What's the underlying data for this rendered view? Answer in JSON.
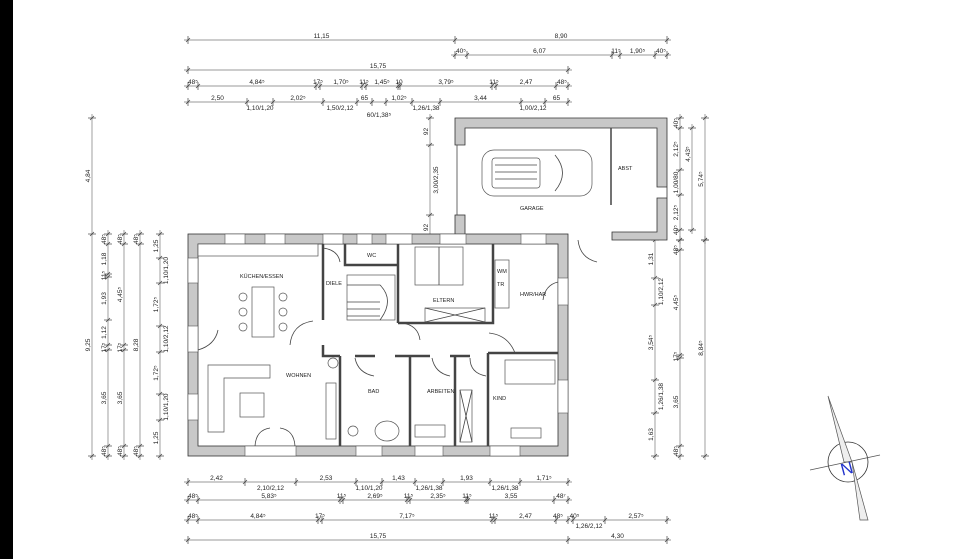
{
  "dimensions": {
    "top": [
      [
        "11,15",
        "8,90"
      ],
      [
        "40⁵",
        "6,07",
        "11⁵",
        "1,90⁵",
        "40⁵"
      ],
      [
        "15,75"
      ],
      [
        "48⁵",
        "4,84⁵",
        "17⁵",
        "1,70⁵",
        "11⁵",
        "1,45⁵",
        "10",
        "3,79⁵",
        "11⁵",
        "2,47",
        "48⁵"
      ],
      [
        "2,50",
        "1,10/1,20",
        "2,02⁵",
        "1,50/2,12",
        "65",
        "60/1,38⁵",
        "1,02⁵",
        "1,26/1,38",
        "3,44",
        "1,00/2,12",
        "65"
      ]
    ],
    "bottom": [
      [
        "2,42",
        "2,10/2,12",
        "2,53",
        "1,10/1,20",
        "1,43",
        "1,26/1,38",
        "1,93",
        "1,26/1,38",
        "1,71⁵"
      ],
      [
        "48⁵",
        "5,83⁵",
        "11⁵",
        "2,69⁵",
        "11⁵",
        "2,35⁵",
        "11⁵",
        "3,55",
        "48⁷"
      ],
      [
        "48⁵",
        "4,84⁵",
        "17⁵",
        "7,17⁵",
        "11⁵",
        "2,47",
        "48⁵",
        "40⁵",
        "1,26/2,12",
        "2,57⁵"
      ],
      [
        "15,75",
        "4,30"
      ]
    ],
    "left": [
      [
        "4,84",
        "9,25"
      ],
      [
        "48⁵",
        "1,18",
        "11⁵",
        "1,93",
        "1,12",
        "17⁵",
        "3,65",
        "48⁵"
      ],
      [
        "48⁵",
        "4,45⁵",
        "17⁵",
        "3,65",
        "48⁵"
      ],
      [
        "48⁵",
        "8,28",
        "48⁵"
      ],
      [
        "1,25",
        "1,10/1,20",
        "1,72⁵",
        "1,10/2,12",
        "1,72⁵",
        "1,10/1,20",
        "1,25"
      ]
    ],
    "right": [
      [
        "1,31",
        "1,10/2,12",
        "3,54⁵",
        "1,26/1,38",
        "1,63"
      ],
      [
        "48⁵",
        "4,45⁵",
        "17⁵",
        "3,65",
        "48⁵"
      ],
      [
        "8,84⁵"
      ],
      [
        "40⁵",
        "2,12⁵",
        "1,00/80",
        "2,12⁵",
        "40⁵"
      ],
      [
        "4,43⁵"
      ],
      [
        "5,74⁵"
      ]
    ],
    "garage_left": [
      "92",
      "3,00/2,35",
      "92"
    ]
  },
  "rooms": {
    "kitchen": "KÜCHEN/ESSEN",
    "hall": "DIELE",
    "wc": "WC",
    "parents": "ELTERN",
    "wm": "WM",
    "tr": "TR",
    "utility": "HWR/HAR",
    "living": "WOHNEN",
    "bath": "BAD",
    "office": "ARBEITEN",
    "child": "KIND",
    "garage": "GARAGE",
    "storage": "ABST"
  },
  "compass": {
    "label": "N",
    "color": "#2233cc"
  }
}
